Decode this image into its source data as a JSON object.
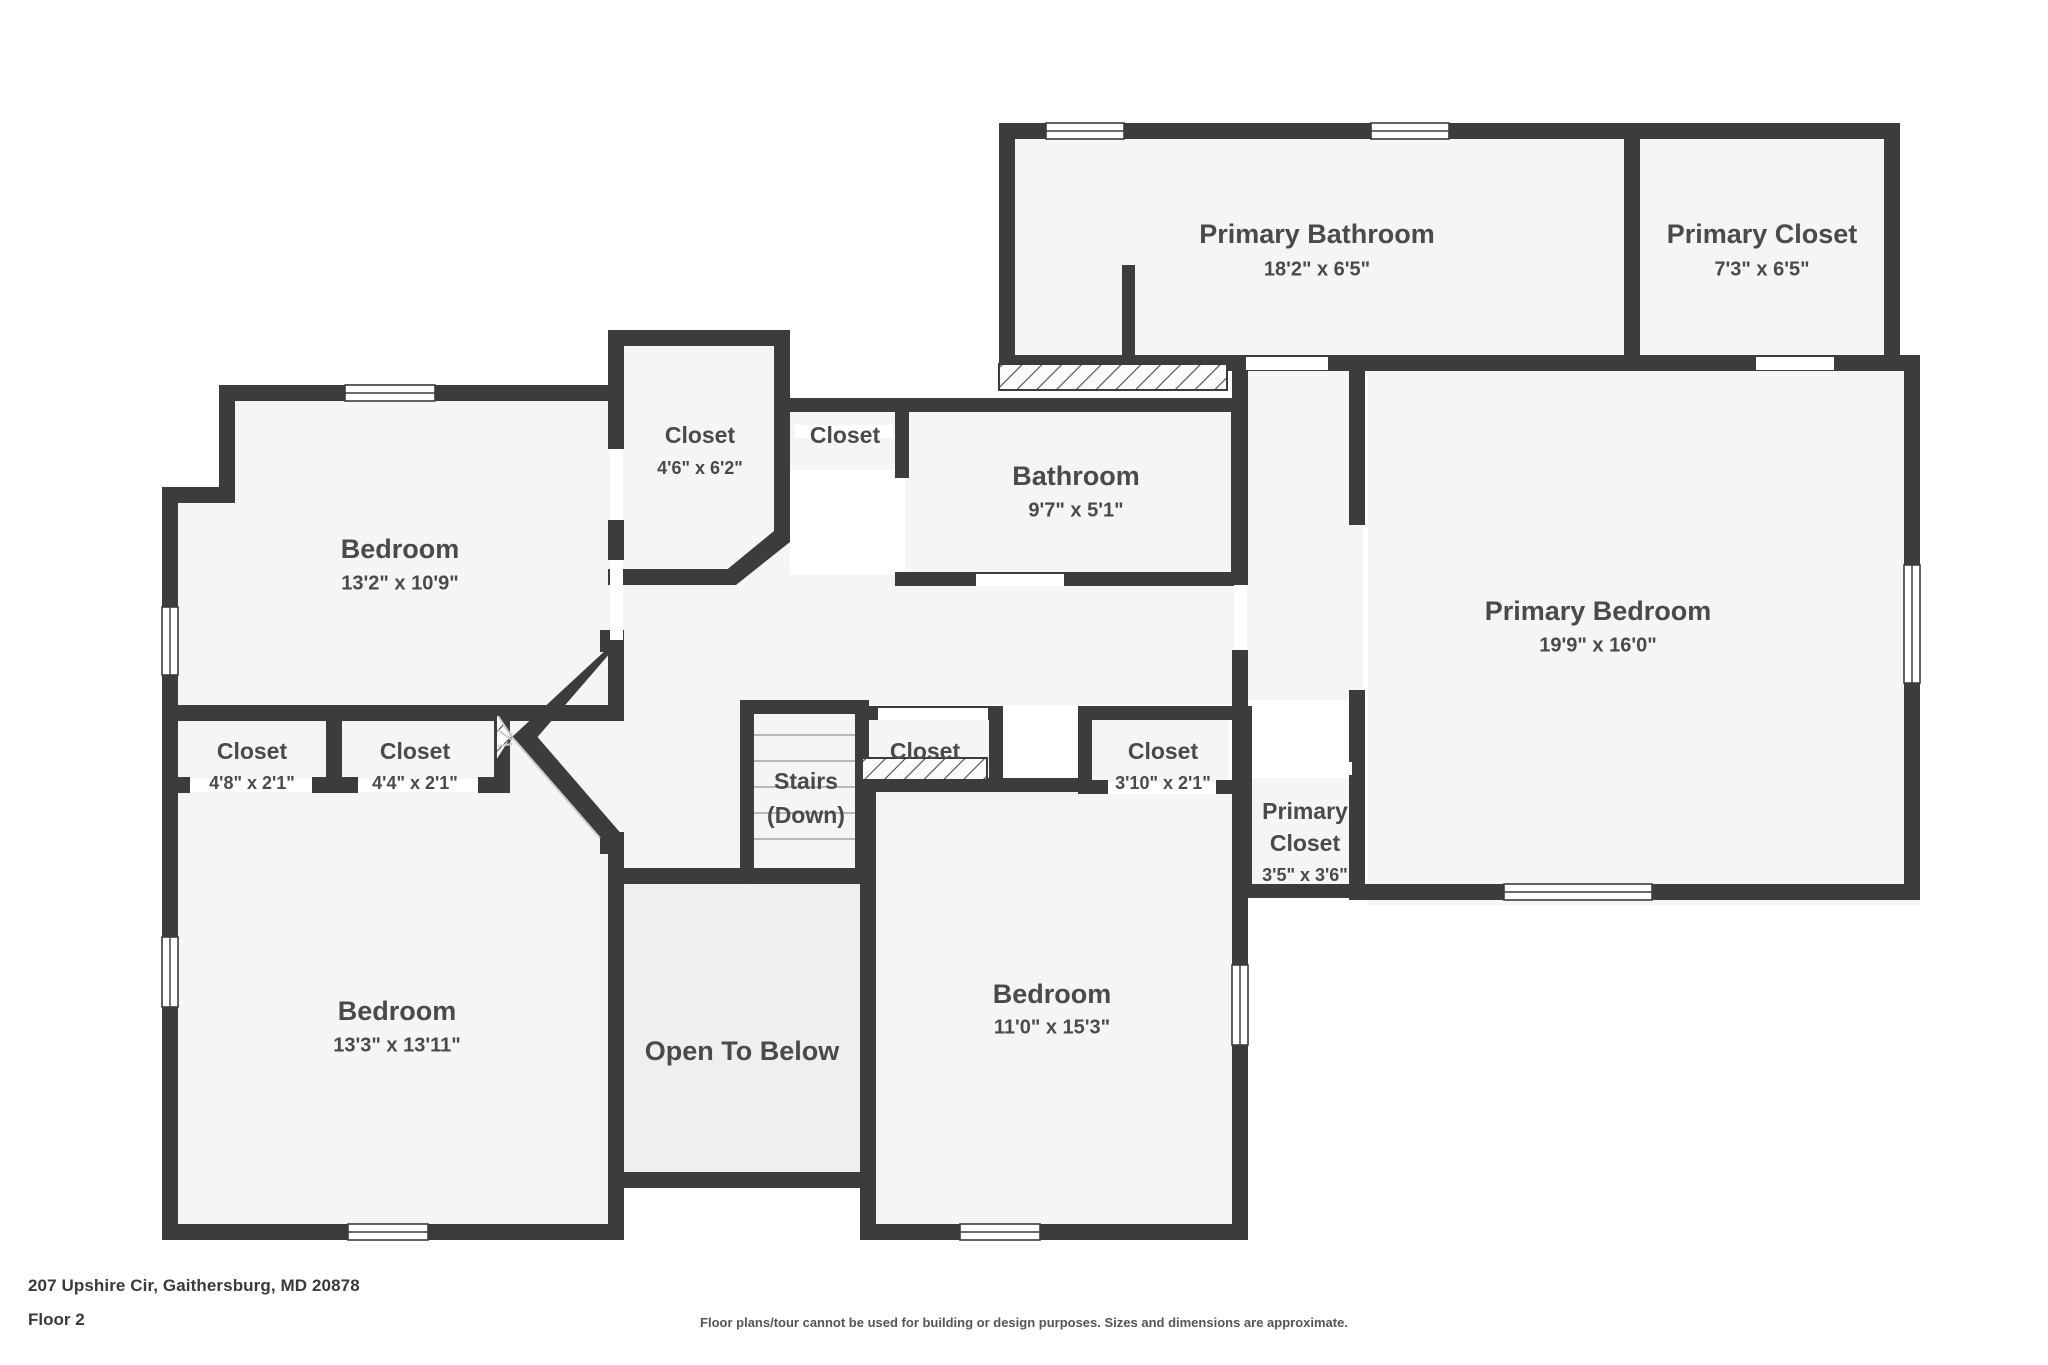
{
  "document": {
    "type": "floor-plan",
    "address": "207 Upshire Cir, Gaithersburg, MD 20878",
    "floor_label": "Floor 2",
    "disclaimer": "Floor plans/tour cannot be used for building or design purposes. Sizes and dimensions are approximate."
  },
  "colors": {
    "wall": "#3c3c3c",
    "room_fill": "#f5f5f5",
    "open_below_fill": "#efefef",
    "text": "#4a4a4a",
    "background": "#ffffff",
    "window_fill": "#ffffff"
  },
  "rooms": [
    {
      "id": "primary-bathroom",
      "name": "Primary Bathroom",
      "dimensions": "18'2\" x 6'5\""
    },
    {
      "id": "primary-closet-top",
      "name": "Primary Closet",
      "dimensions": "7'3\" x 6'5\""
    },
    {
      "id": "primary-bedroom",
      "name": "Primary Bedroom",
      "dimensions": "19'9\" x 16'0\""
    },
    {
      "id": "bedroom-top-left",
      "name": "Bedroom",
      "dimensions": "13'2\" x 10'9\""
    },
    {
      "id": "closet-upper-left",
      "name": "Closet",
      "dimensions": "4'6\" x 6'2\""
    },
    {
      "id": "closet-upper-mid",
      "name": "Closet",
      "dimensions": ""
    },
    {
      "id": "bathroom",
      "name": "Bathroom",
      "dimensions": "9'7\" x 5'1\""
    },
    {
      "id": "closet-row-left",
      "name": "Closet",
      "dimensions": "4'8\" x 2'1\""
    },
    {
      "id": "closet-row-right",
      "name": "Closet",
      "dimensions": "4'4\" x 2'1\""
    },
    {
      "id": "stairs",
      "name": "Stairs",
      "name_line2": "(Down)",
      "dimensions": ""
    },
    {
      "id": "closet-center",
      "name": "Closet",
      "dimensions": ""
    },
    {
      "id": "closet-right-small",
      "name": "Closet",
      "dimensions": "3'10\" x 2'1\""
    },
    {
      "id": "primary-closet-small",
      "name": "Primary",
      "name_line2": "Closet",
      "dimensions": "3'5\" x 3'6\""
    },
    {
      "id": "bedroom-bottom-left",
      "name": "Bedroom",
      "dimensions": "13'3\" x 13'11\""
    },
    {
      "id": "open-to-below",
      "name": "Open To Below",
      "dimensions": ""
    },
    {
      "id": "bedroom-bottom-mid",
      "name": "Bedroom",
      "dimensions": "11'0\" x 15'3\""
    }
  ],
  "labels": {
    "primary_bathroom_name": "Primary Bathroom",
    "primary_bathroom_dim": "18'2\" x 6'5\"",
    "primary_closet_top_name": "Primary Closet",
    "primary_closet_top_dim": "7'3\" x 6'5\"",
    "primary_bedroom_name": "Primary Bedroom",
    "primary_bedroom_dim": "19'9\" x 16'0\"",
    "bedroom_tl_name": "Bedroom",
    "bedroom_tl_dim": "13'2\" x 10'9\"",
    "closet_ul_name": "Closet",
    "closet_ul_dim": "4'6\" x 6'2\"",
    "closet_um_name": "Closet",
    "bathroom_name": "Bathroom",
    "bathroom_dim": "9'7\" x 5'1\"",
    "closet_rl_name": "Closet",
    "closet_rl_dim": "4'8\" x 2'1\"",
    "closet_rr_name": "Closet",
    "closet_rr_dim": "4'4\" x 2'1\"",
    "stairs_name": "Stairs",
    "stairs_name2": "(Down)",
    "closet_center_name": "Closet",
    "closet_rs_name": "Closet",
    "closet_rs_dim": "3'10\" x 2'1\"",
    "primary_closet_sm_name": "Primary",
    "primary_closet_sm_name2": "Closet",
    "primary_closet_sm_dim": "3'5\" x 3'6\"",
    "bedroom_bl_name": "Bedroom",
    "bedroom_bl_dim": "13'3\" x 13'11\"",
    "open_to_below_name": "Open To Below",
    "bedroom_bm_name": "Bedroom",
    "bedroom_bm_dim": "11'0\" x 15'3\""
  }
}
